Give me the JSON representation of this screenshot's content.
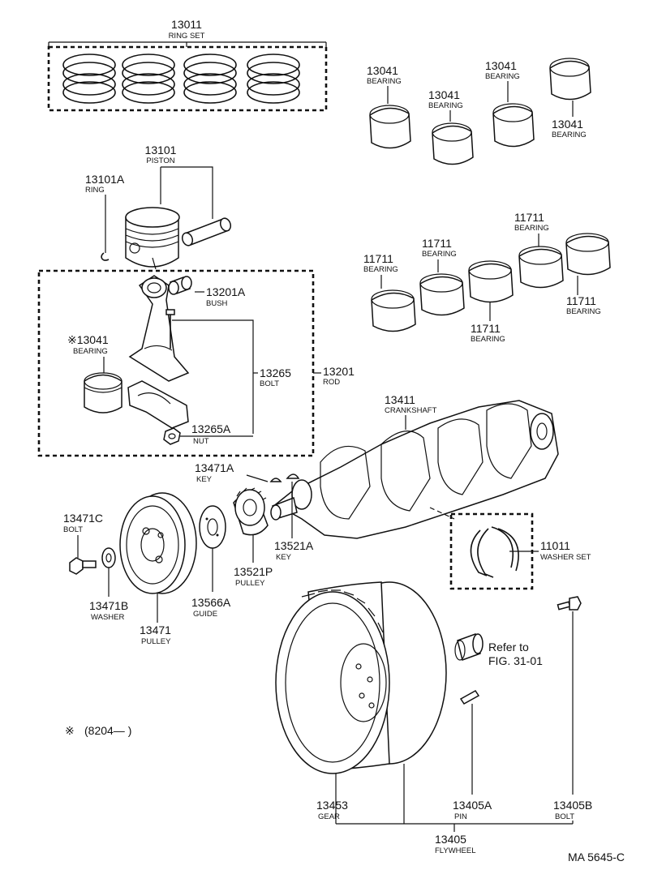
{
  "parts": {
    "ring_set": {
      "number": "13011",
      "name": "RING SET"
    },
    "piston": {
      "number": "13101",
      "name": "PISTON"
    },
    "ring": {
      "number": "13101A",
      "name": "RING"
    },
    "rod_bearing": {
      "number": "※13041",
      "name": "BEARING"
    },
    "bush": {
      "number": "13201A",
      "name": "BUSH"
    },
    "rod_bolt": {
      "number": "13265",
      "name": "BOLT"
    },
    "rod": {
      "number": "13201",
      "name": "ROD"
    },
    "rod_nut": {
      "number": "13265A",
      "name": "NUT"
    },
    "crank_bearing_1": {
      "number": "13041",
      "name": "BEARING"
    },
    "crank_bearing_2": {
      "number": "13041",
      "name": "BEARING"
    },
    "crank_bearing_3": {
      "number": "13041",
      "name": "BEARING"
    },
    "crank_bearing_4": {
      "number": "13041",
      "name": "BEARING"
    },
    "main_bearing_1": {
      "number": "11711",
      "name": "BEARING"
    },
    "main_bearing_2": {
      "number": "11711",
      "name": "BEARING"
    },
    "main_bearing_3": {
      "number": "11711",
      "name": "BEARING"
    },
    "main_bearing_4": {
      "number": "11711",
      "name": "BEARING"
    },
    "main_bearing_5": {
      "number": "11711",
      "name": "BEARING"
    },
    "crankshaft": {
      "number": "13411",
      "name": "CRANKSHAFT"
    },
    "key_a": {
      "number": "13471A",
      "name": "KEY"
    },
    "pulley_bolt": {
      "number": "13471C",
      "name": "BOLT"
    },
    "key_b": {
      "number": "13521A",
      "name": "KEY"
    },
    "washer_set": {
      "number": "11011",
      "name": "WASHER SET"
    },
    "washer": {
      "number": "13471B",
      "name": "WASHER"
    },
    "guide": {
      "number": "13566A",
      "name": "GUIDE"
    },
    "timing_pulley": {
      "number": "13521P",
      "name": "PULLEY"
    },
    "crank_pulley": {
      "number": "13471",
      "name": "PULLEY"
    },
    "gear": {
      "number": "13453",
      "name": "GEAR"
    },
    "pin": {
      "number": "13405A",
      "name": "PIN"
    },
    "flywheel_bolt": {
      "number": "13405B",
      "name": "BOLT"
    },
    "flywheel": {
      "number": "13405",
      "name": "FLYWHEEL"
    }
  },
  "refer_note": {
    "line1": "Refer to",
    "line2": "FIG. 31-01"
  },
  "date_note": {
    "symbol": "※",
    "text": "(8204—        )"
  },
  "figure_code": "MA 5645-C"
}
